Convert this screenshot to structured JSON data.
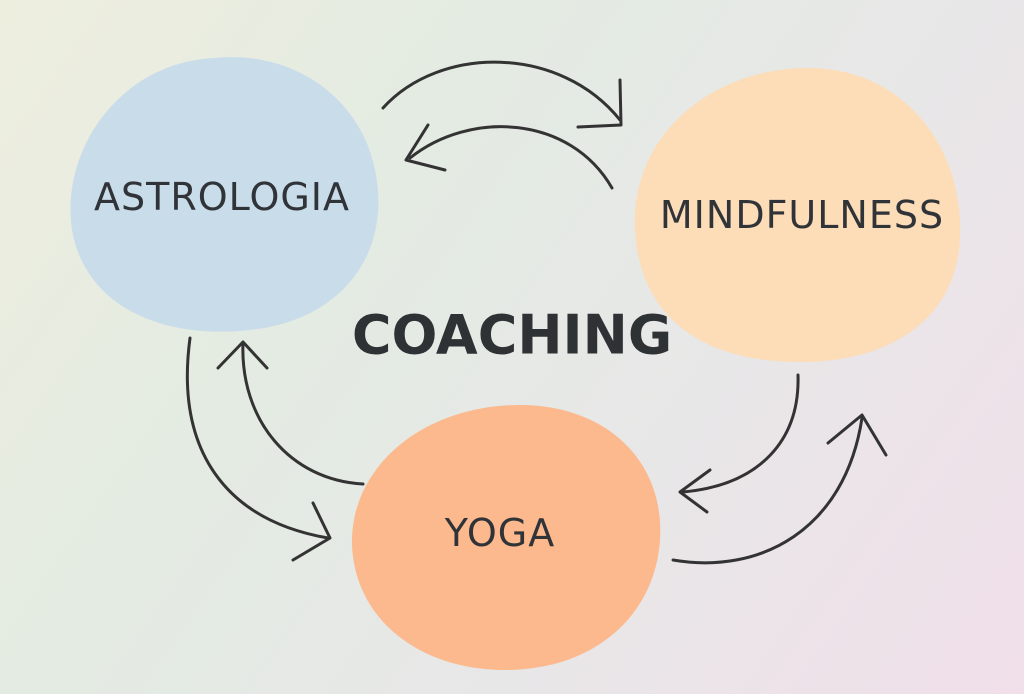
{
  "diagram": {
    "center": {
      "label": "COACHING"
    },
    "nodes": [
      {
        "id": "astrologia",
        "label": "ASTROLOGIA",
        "color": "#c9dcea"
      },
      {
        "id": "mindfulness",
        "label": "MINDFULNESS",
        "color": "#fcddb8"
      },
      {
        "id": "yoga",
        "label": "YOGA",
        "color": "#fcb98d"
      }
    ],
    "arrows": [
      {
        "from": "astrologia",
        "to": "mindfulness"
      },
      {
        "from": "mindfulness",
        "to": "astrologia"
      },
      {
        "from": "mindfulness",
        "to": "yoga"
      },
      {
        "from": "yoga",
        "to": "mindfulness"
      },
      {
        "from": "yoga",
        "to": "astrologia"
      },
      {
        "from": "astrologia",
        "to": "yoga"
      }
    ],
    "arrow_color": "#333333"
  }
}
